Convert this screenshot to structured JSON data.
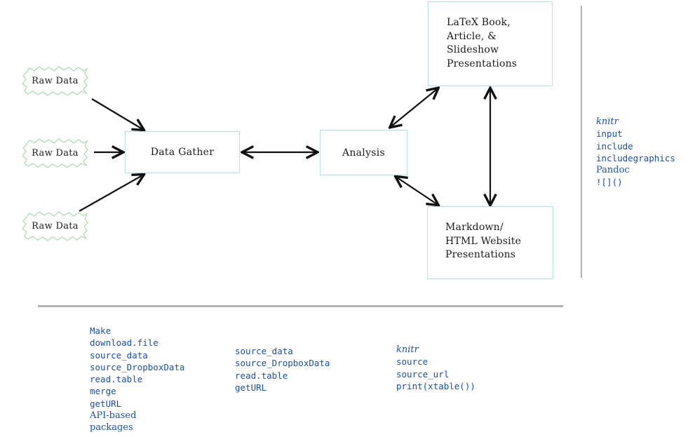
{
  "diagram": {
    "raw_data_label": "Raw Data",
    "data_gather_label": "Data Gather",
    "analysis_label": "Analysis",
    "latex_box": {
      "line1": "LaTeX Book,",
      "line2": "Article, &",
      "line3": "Slideshow",
      "line4": "Presentations"
    },
    "markdown_box": {
      "line1": "Markdown/",
      "line2": "HTML Website",
      "line3": "Presentations"
    }
  },
  "right_panel": {
    "items": [
      {
        "text": "knitr",
        "style": "serif-italic"
      },
      {
        "text": "input",
        "style": "mono"
      },
      {
        "text": "include",
        "style": "mono"
      },
      {
        "text": "includegraphics",
        "style": "mono"
      },
      {
        "text": "Pandoc",
        "style": "serif"
      },
      {
        "text": "![]()",
        "style": "mono"
      }
    ]
  },
  "bottom_panel": {
    "column1": {
      "items": [
        {
          "text": "Make",
          "style": "mono"
        },
        {
          "text": "download.file",
          "style": "mono"
        },
        {
          "text": "source_data",
          "style": "mono"
        },
        {
          "text": "source_DropboxData",
          "style": "mono"
        },
        {
          "text": "read.table",
          "style": "mono"
        },
        {
          "text": "merge",
          "style": "mono"
        },
        {
          "text": "getURL",
          "style": "mono"
        },
        {
          "text": "API-based",
          "style": "serif"
        },
        {
          "text": "packages",
          "style": "serif"
        }
      ]
    },
    "column2": {
      "items": [
        {
          "text": "source_data",
          "style": "mono"
        },
        {
          "text": "source_DropboxData",
          "style": "mono"
        },
        {
          "text": "read.table",
          "style": "mono"
        },
        {
          "text": "getURL",
          "style": "mono"
        }
      ]
    },
    "column3": {
      "items": [
        {
          "text": "knitr",
          "style": "serif-italic"
        },
        {
          "text": "source",
          "style": "mono"
        },
        {
          "text": "source_url",
          "style": "mono"
        },
        {
          "text": "print(xtable())",
          "style": "mono"
        }
      ]
    }
  },
  "colors": {
    "box_border": "#b9e0e0",
    "cloud_border": "#add8b2",
    "code_blue": "#1b4f9f",
    "divider_gray": "#b3b3b3",
    "arrow_black": "#111111"
  }
}
